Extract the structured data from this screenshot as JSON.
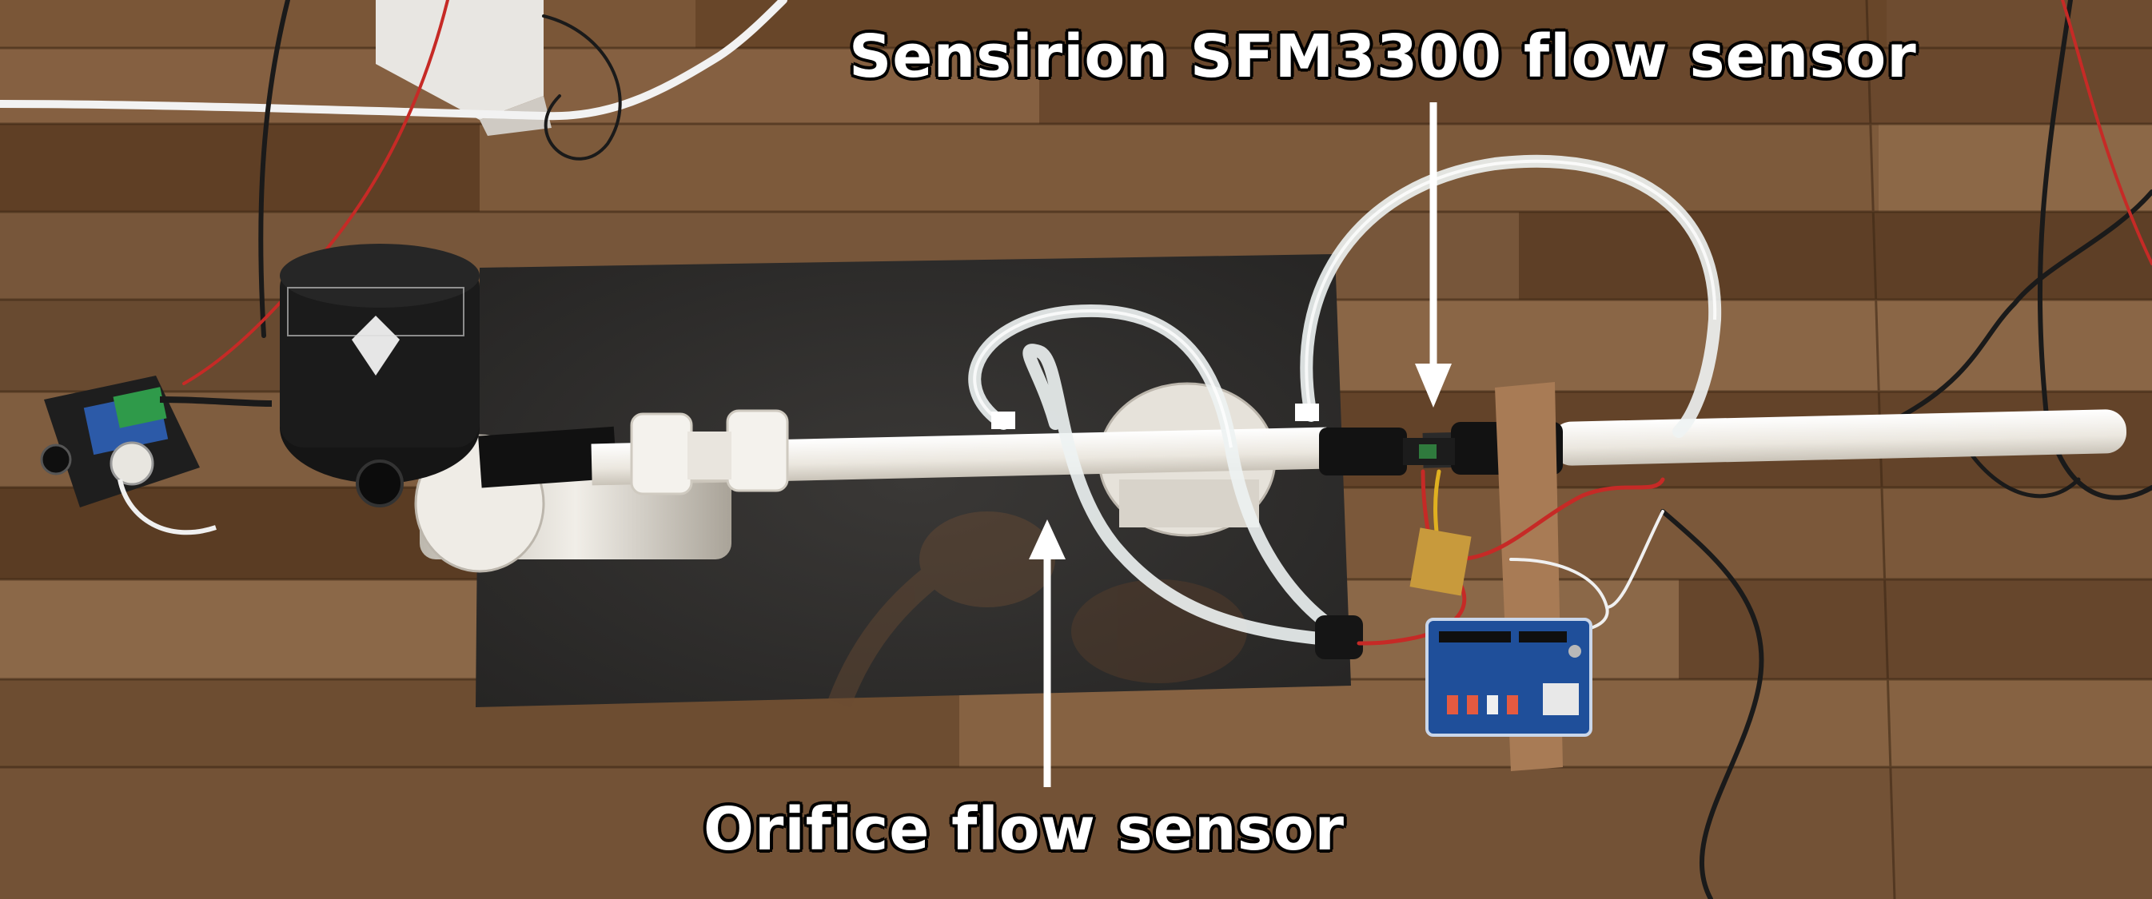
{
  "labels": {
    "top": "Sensirion SFM3300 flow sensor",
    "bottom": "Orifice flow sensor"
  },
  "scene": {
    "surface": "wood-plank-floor",
    "objects": [
      "black-board",
      "air-pump",
      "speed-controller",
      "pvc-pipe",
      "silicone-tubing",
      "sfm3300-sensor",
      "orifice",
      "arduino-board",
      "support-cylinders",
      "cables"
    ]
  },
  "colors": {
    "wood_light": "#8a6444",
    "wood_dark": "#5c3d24",
    "board": "#2e2d2c",
    "pipe": "#f2efe9",
    "arduino": "#1f4f9a",
    "label_text": "#ffffff",
    "label_outline": "#000000"
  }
}
